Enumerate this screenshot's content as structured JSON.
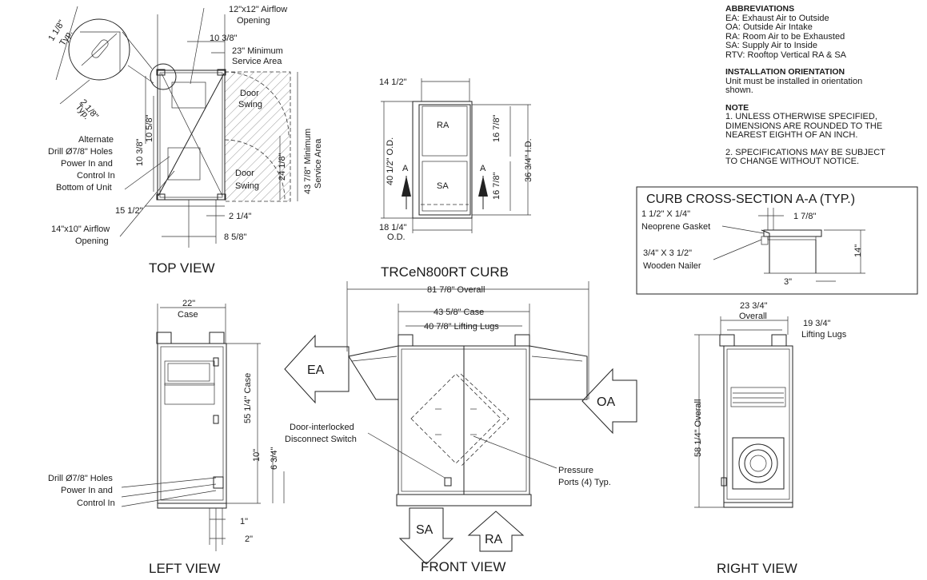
{
  "notes": {
    "abbreviations_title": "ABBREVIATIONS",
    "abbreviations": [
      "EA: Exhaust Air to Outside",
      "OA: Outside Air Intake",
      "RA: Room Air to be Exhausted",
      "SA: Supply Air to Inside",
      "RTV: Rooftop Vertical RA & SA"
    ],
    "installation_title": "INSTALLATION ORIENTATION",
    "installation_lines": [
      "Unit must be installed in orientation",
      "shown."
    ],
    "note_title": "NOTE",
    "note1_lines": [
      "1. UNLESS OTHERWISE SPECIFIED,",
      "DIMENSIONS ARE ROUNDED TO THE",
      "NEAREST EIGHTH OF AN INCH."
    ],
    "note2_lines": [
      "2. SPECIFICATIONS MAY BE SUBJECT",
      "TO CHANGE WITHOUT NOTICE."
    ]
  },
  "views": {
    "top": "TOP VIEW",
    "curb": "TRCeN800RT CURB",
    "left": "LEFT VIEW",
    "front": "FRONT VIEW",
    "right": "RIGHT VIEW",
    "section": "CURB CROSS-SECTION A-A (TYP.)"
  },
  "top_view": {
    "typ_1_1_8": "1 1/8\"",
    "typ_1_1_8_b": "Typ.",
    "typ_2_1_8": "2 1/8\"",
    "typ_2_1_8_b": "Typ.",
    "airflow_12": "12\"x12\" Airflow",
    "airflow_12_b": "Opening",
    "dim_10_3_8": "10 3/8\"",
    "min_service_23": "23\" Minimum",
    "min_service_23_b": "Service Area",
    "door_swing_1": "Door",
    "door_swing_1b": "Swing",
    "door_swing_2": "Door",
    "door_swing_2b": "Swing",
    "min_service_43": "43 7/8\" Minimum",
    "min_service_43_b": "Service Area",
    "dim_10_5_8": "10 5/8\"",
    "dim_10_3_8_v": "10 3/8\"",
    "dim_24_1_8": "24 1/8\"",
    "alternate_1": "Alternate",
    "alternate_2": "Drill Ø7/8\" Holes",
    "alternate_3": "Power In and",
    "alternate_4": "Control In",
    "alternate_5": "Bottom of Unit",
    "dim_15_1_2": "15 1/2\"",
    "dim_2_1_4": "2 1/4\"",
    "airflow_14": "14\"x10\" Airflow",
    "airflow_14_b": "Opening",
    "dim_8_5_8": "8 5/8\""
  },
  "curb": {
    "dim_14_1_2": "14 1/2\"",
    "ra": "RA",
    "sa": "SA",
    "a_left": "A",
    "a_right": "A",
    "dim_16_7_8_a": "16 7/8\"",
    "dim_16_7_8_b": "16 7/8\"",
    "od_40": "40 1/2\" O.D.",
    "id_36": "36 3/4\" I.D.",
    "dim_18_1_4": "18 1/4\"",
    "od": "O.D."
  },
  "section": {
    "gasket_1": "1 1/2\" X 1/4\"",
    "gasket_2": "Neoprene Gasket",
    "dim_1_7_8": "1 7/8\"",
    "nailer_1": "3/4\" X 3 1/2\"",
    "nailer_2": "Wooden Nailer",
    "dim_14": "14\"",
    "dim_3": "3\""
  },
  "left_view": {
    "dim_22": "22\"",
    "case": "Case",
    "dim_55": "55 1/4\" Case",
    "dim_10": "10\"",
    "dim_6_3_4": "6 3/4\"",
    "drill_1": "Drill Ø7/8\" Holes",
    "drill_2": "Power In and",
    "drill_3": "Control In",
    "dim_1": "1\"",
    "dim_2": "2\""
  },
  "front_view": {
    "dim_overall": "81 7/8\" Overall",
    "dim_case": "43 5/8\" Case",
    "dim_lugs": "40 7/8\" Lifting Lugs",
    "ea": "EA",
    "oa": "OA",
    "sa": "SA",
    "ra": "RA",
    "door_1": "Door-interlocked",
    "door_2": "Disconnect Switch",
    "pressure_1": "Pressure",
    "pressure_2": "Ports (4) Typ."
  },
  "right_view": {
    "dim_23": "23 3/4\"",
    "overall": "Overall",
    "dim_19": "19 3/4\"",
    "lugs": "Lifting Lugs",
    "dim_58": "58 1/4\" Overall"
  }
}
